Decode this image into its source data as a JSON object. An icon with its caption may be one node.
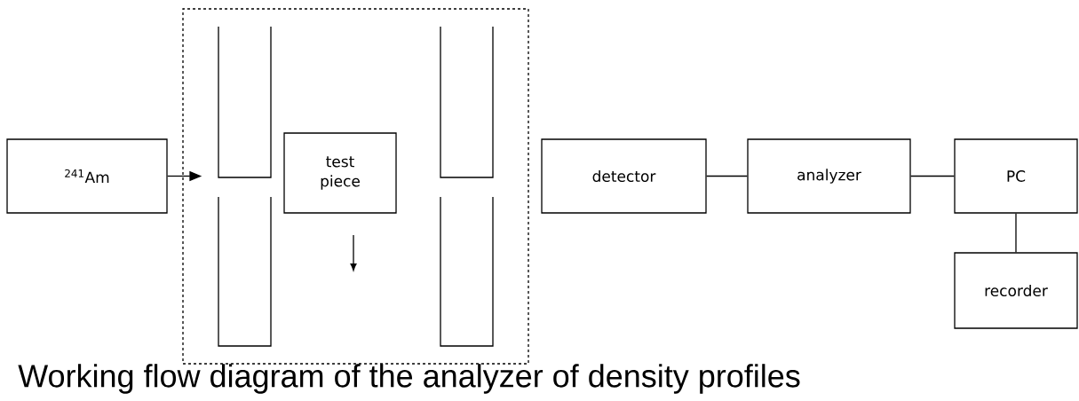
{
  "diagram": {
    "caption": "Working flow diagram of the analyzer of density profiles",
    "nodes": [
      {
        "text": [],
        "shape": "box"
      },
      {
        "text": [
          "$^{241}$Am"
        ]
      },
      {
        "text": [
          "test piece"
        ],
        "in": 0
      },
      {
        "text": [
          "detector"
        ]
      },
      {
        "text": [
          "analyzer"
        ]
      },
      {
        "text": [
          "PC"
        ]
      },
      {
        "text": [
          "recorder"
        ]
      }
    ],
    "edges": [
      {
        "from": 1,
        "to": 0,
        "arrow": "to"
      },
      {
        "from": 3,
        "to": 4,
        "arrow": "none"
      },
      {
        "from": 4,
        "to": 5,
        "arrow": "none"
      },
      {
        "from": 5,
        "to": 6,
        "arrow": "none"
      }
    ]
  }
}
